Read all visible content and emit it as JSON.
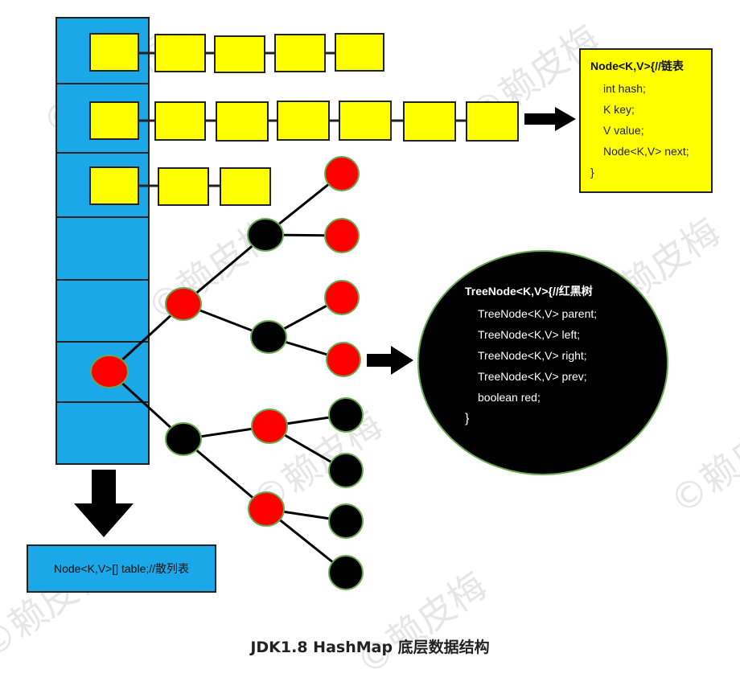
{
  "watermark": "©赖皮梅",
  "table_label": "Node<K,V>[] table;//散列表",
  "linked_list_box": {
    "title": "Node<K,V>{//链表",
    "fields": [
      "int hash;",
      "K key;",
      "V value;",
      "Node<K,V> next;"
    ],
    "close": "}"
  },
  "tree_node_box": {
    "title": "TreeNode<K,V>{//红黑树",
    "fields": [
      "TreeNode<K,V> parent;",
      "TreeNode<K,V> left;",
      "TreeNode<K,V> right;",
      "TreeNode<K,V> prev;",
      "boolean red;"
    ],
    "close": "}"
  },
  "caption": "JDK1.8 HashMap 底层数据结构",
  "colors": {
    "bucket": "#1aa8e8",
    "list_node": "#ffff00",
    "red_node": "#ff0000",
    "black_node": "#000000",
    "node_border": "#6aa84f"
  }
}
